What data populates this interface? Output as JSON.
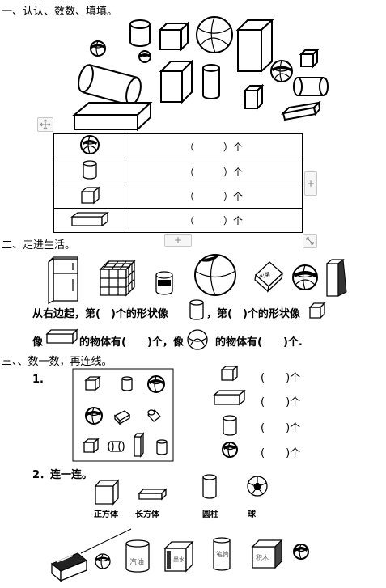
{
  "section1": {
    "heading": "一、认认、数数、填填。",
    "rows": [
      {
        "shape": "ball",
        "blank": "（　　　）个"
      },
      {
        "shape": "cylinder",
        "blank": "（　　　）个"
      },
      {
        "shape": "cube",
        "blank": "（　　　）个"
      },
      {
        "shape": "cuboid",
        "blank": "（　　　）个"
      }
    ]
  },
  "section2": {
    "heading": "二、走进生活。",
    "objects": [
      "refrigerator",
      "rubik-cube",
      "can",
      "ball",
      "dice-box",
      "volleyball",
      "box"
    ],
    "box_label": "火柴",
    "line1": {
      "a": "从右边起，第(　)个的形状像",
      "b": "，第(　)个的形状像"
    },
    "line2": {
      "a": "像",
      "b": "的物体有(　　)个，像",
      "c": "的物体有(　　)个."
    }
  },
  "section3": {
    "heading": "三、、数一数，再连线。",
    "q1_num": "1.",
    "q1_rows": [
      {
        "shape": "cube",
        "blank": "(　　)个"
      },
      {
        "shape": "cuboid",
        "blank": "(　　)个"
      },
      {
        "shape": "cylinder",
        "blank": "(　　)个"
      },
      {
        "shape": "ball",
        "blank": "(　　)个"
      }
    ],
    "q2_title": "2．连一连。",
    "shape_labels": [
      "正方体",
      "长方体",
      "圆柱",
      "球"
    ],
    "item_labels": [
      "汽油",
      "墨水",
      "笔筒",
      "积木"
    ]
  },
  "controls": {
    "move": "move-icon",
    "plus": "+",
    "resize": "resize-icon"
  }
}
